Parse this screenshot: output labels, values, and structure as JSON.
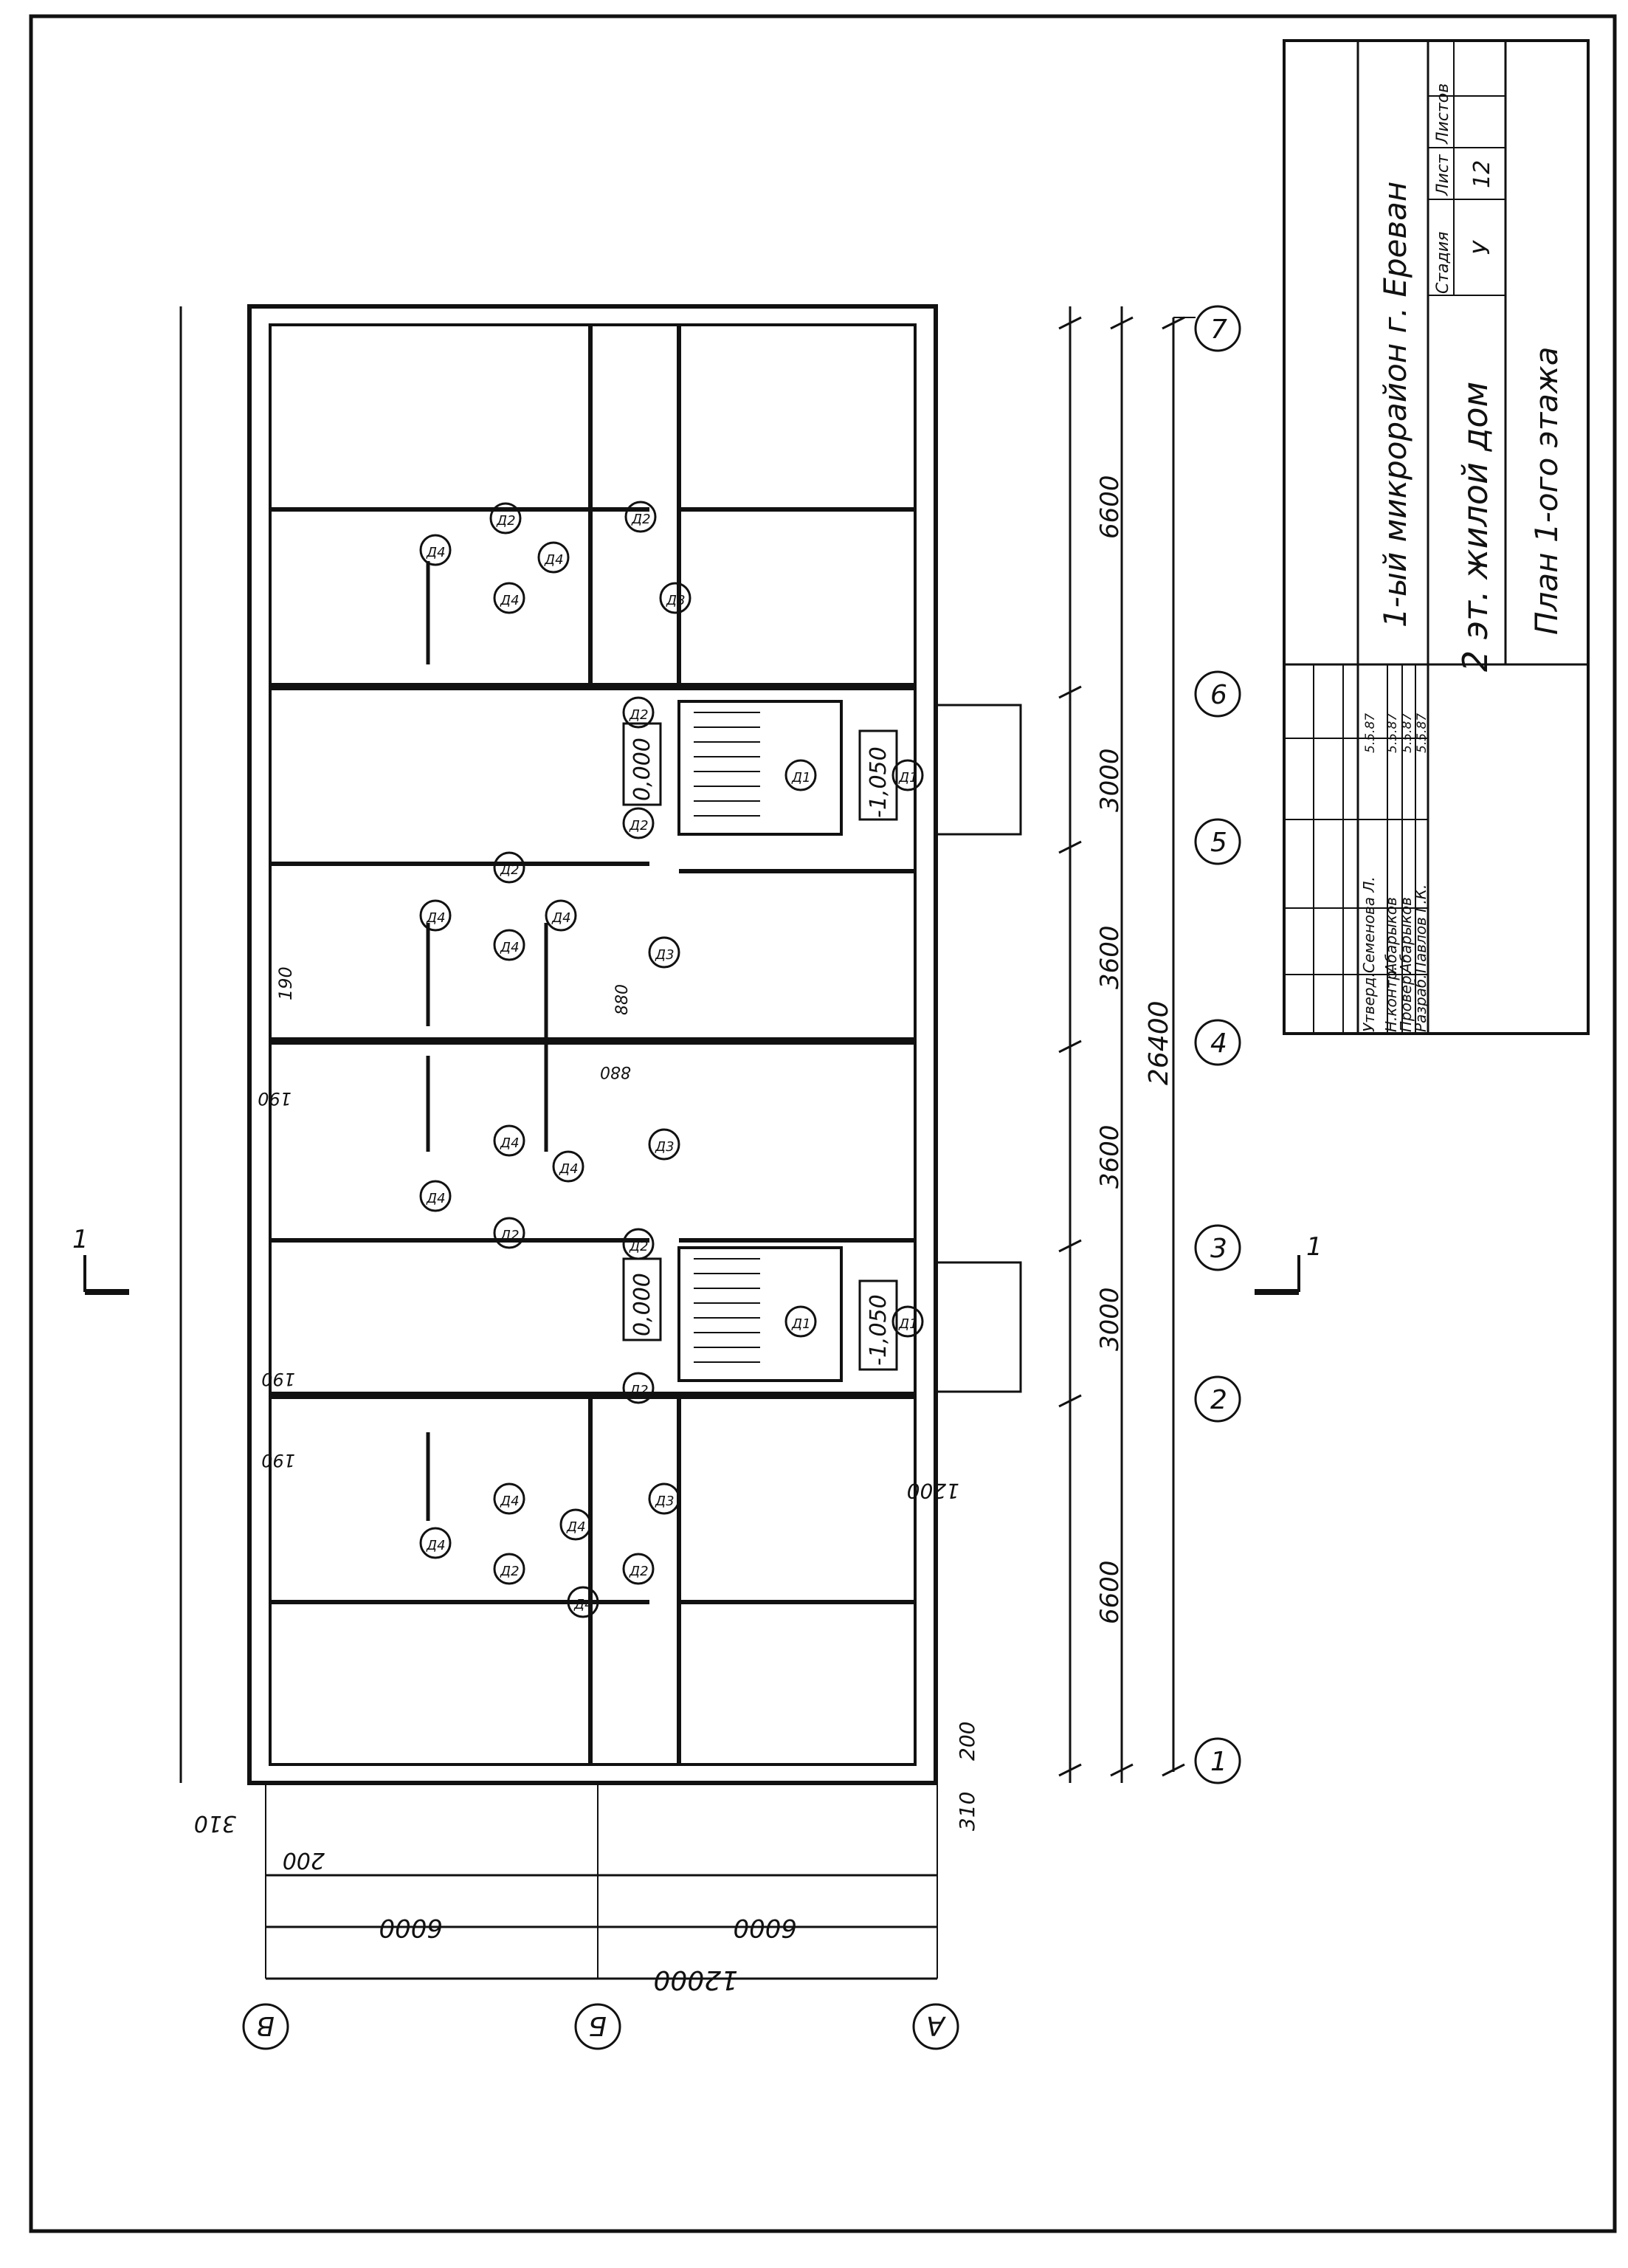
{
  "title_block": {
    "project": "1-ый микрорайон г. Ереван",
    "building": "2 эт. жилой дом",
    "drawing": "План 1-ого этажа",
    "stage_header": "Стадия",
    "sheet_header": "Лист",
    "sheets_header": "Листов",
    "stage": "У",
    "sheet": "12",
    "signatures": [
      {
        "role": "Утверд.",
        "name": "Семенова Л.",
        "date": "5.5.87"
      },
      {
        "role": "Н.контр.",
        "name": "Абарыков",
        "date": "5.5.87"
      },
      {
        "role": "Провер.",
        "name": "Абарыков",
        "date": "5.5.87"
      },
      {
        "role": "Разраб.",
        "name": "Павлов Г.К.",
        "date": "5.5.87"
      }
    ]
  },
  "axes": {
    "longitudinal": [
      "1",
      "2",
      "3",
      "4",
      "5",
      "6",
      "7"
    ],
    "transverse": [
      "В",
      "Б",
      "А"
    ]
  },
  "dimensions": {
    "spans": [
      "6600",
      "3000",
      "3600",
      "3600",
      "3000",
      "6600"
    ],
    "overall_length": "26400",
    "bays": [
      "6000",
      "6000"
    ],
    "overall_width": "12000",
    "offset_310": "310",
    "offset_200": "200",
    "offset_190": "190",
    "offset_1200": "1200",
    "opening_880": "880"
  },
  "levels": {
    "floor": "0,000",
    "entrance": "-1,050"
  },
  "section_mark": "1",
  "room_tags": [
    "Д1",
    "Д2",
    "Д3",
    "Д4"
  ]
}
